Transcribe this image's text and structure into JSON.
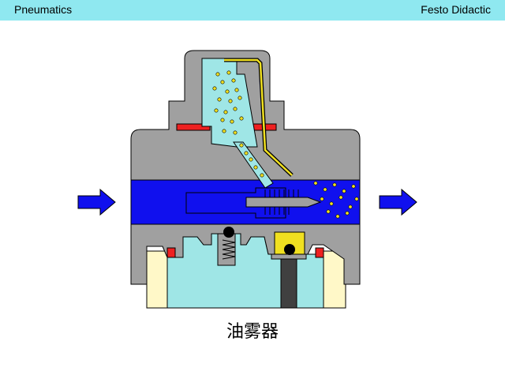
{
  "header": {
    "left_title": "Pneumatics",
    "right_title": "Festo Didactic"
  },
  "caption": "油雾器",
  "colors": {
    "header_bg": "#8fe8f0",
    "body_gray": "#a0a0a0",
    "air_blue": "#1010ee",
    "oil_cyan": "#9fe6e6",
    "seal_red": "#ee2020",
    "oil_drop_yellow": "#f0e020",
    "cream": "#fff8c8",
    "outline": "#000000"
  },
  "icons": {
    "inlet_arrow": "arrow-right-icon",
    "outlet_arrow": "arrow-right-icon"
  }
}
